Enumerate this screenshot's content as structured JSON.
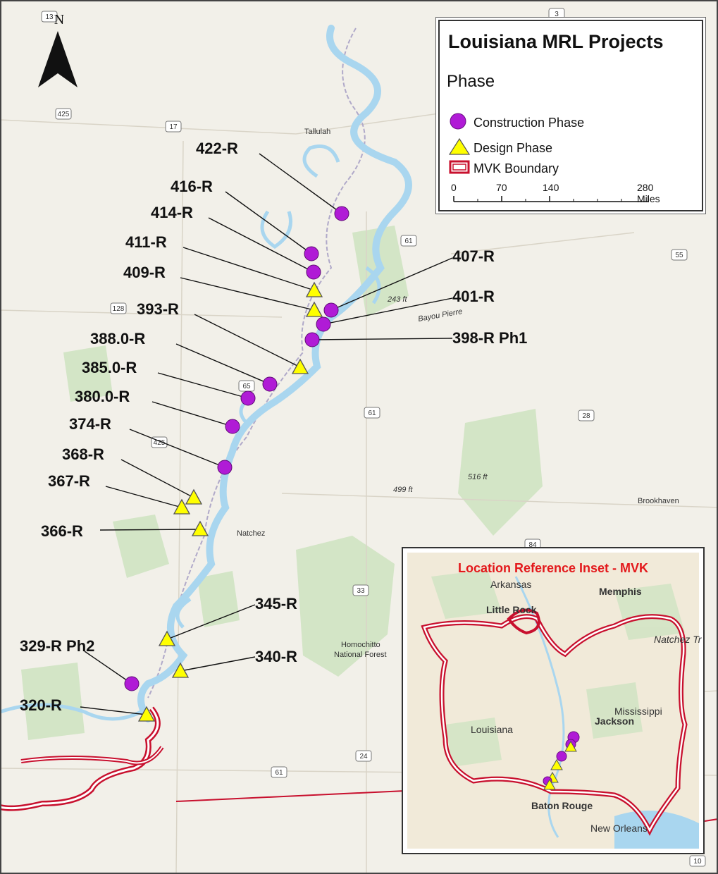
{
  "legend": {
    "title": "Louisiana MRL Projects",
    "subtitle": "Phase",
    "items": [
      {
        "label": "Construction Phase",
        "symbol": "circle",
        "color": "#b01bd6"
      },
      {
        "label": "Design Phase",
        "symbol": "triangle",
        "color": "#ffff00"
      },
      {
        "label": "MVK Boundary",
        "symbol": "boundary",
        "color": "#c8102e"
      }
    ],
    "scale": {
      "ticks": [
        "0",
        "70",
        "140",
        "280 Miles"
      ]
    }
  },
  "north_arrow": {
    "label": "N"
  },
  "markers": [
    {
      "label": "422-R",
      "phase": "construction"
    },
    {
      "label": "416-R",
      "phase": "construction"
    },
    {
      "label": "414-R",
      "phase": "construction"
    },
    {
      "label": "411-R",
      "phase": "design"
    },
    {
      "label": "409-R",
      "phase": "design"
    },
    {
      "label": "407-R",
      "phase": "construction"
    },
    {
      "label": "401-R",
      "phase": "construction"
    },
    {
      "label": "398-R Ph1",
      "phase": "construction"
    },
    {
      "label": "393-R",
      "phase": "design"
    },
    {
      "label": "388.0-R",
      "phase": "construction"
    },
    {
      "label": "385.0-R",
      "phase": "construction"
    },
    {
      "label": "380.0-R",
      "phase": "construction"
    },
    {
      "label": "374-R",
      "phase": "construction"
    },
    {
      "label": "368-R",
      "phase": "design"
    },
    {
      "label": "367-R",
      "phase": "design"
    },
    {
      "label": "366-R",
      "phase": "design"
    },
    {
      "label": "345-R",
      "phase": "design"
    },
    {
      "label": "340-R",
      "phase": "design"
    },
    {
      "label": "329-R Ph2",
      "phase": "construction"
    },
    {
      "label": "320-R",
      "phase": "design"
    }
  ],
  "places": [
    "Tallulah",
    "Natchez",
    "Brookhaven",
    "Homochitto",
    "National Forest",
    "Bayou Pierre",
    "243 ft",
    "499 ft",
    "516 ft"
  ],
  "shields": [
    "3",
    "17",
    "425",
    "61",
    "55",
    "128",
    "65",
    "61",
    "28",
    "425",
    "84",
    "33",
    "24",
    "61",
    "10",
    "13"
  ],
  "inset": {
    "title": "Location Reference Inset - MVK",
    "places": [
      "Arkansas",
      "Memphis",
      "Little Rock",
      "Natchez Tr Parkway",
      "Mississippi",
      "Jackson",
      "Louisiana",
      "Baton Rouge",
      "New Orleans"
    ]
  },
  "colors": {
    "river": "#a9d6ef",
    "boundary": "#c8102e",
    "construction": "#b01bd6",
    "design": "#ffff00"
  }
}
